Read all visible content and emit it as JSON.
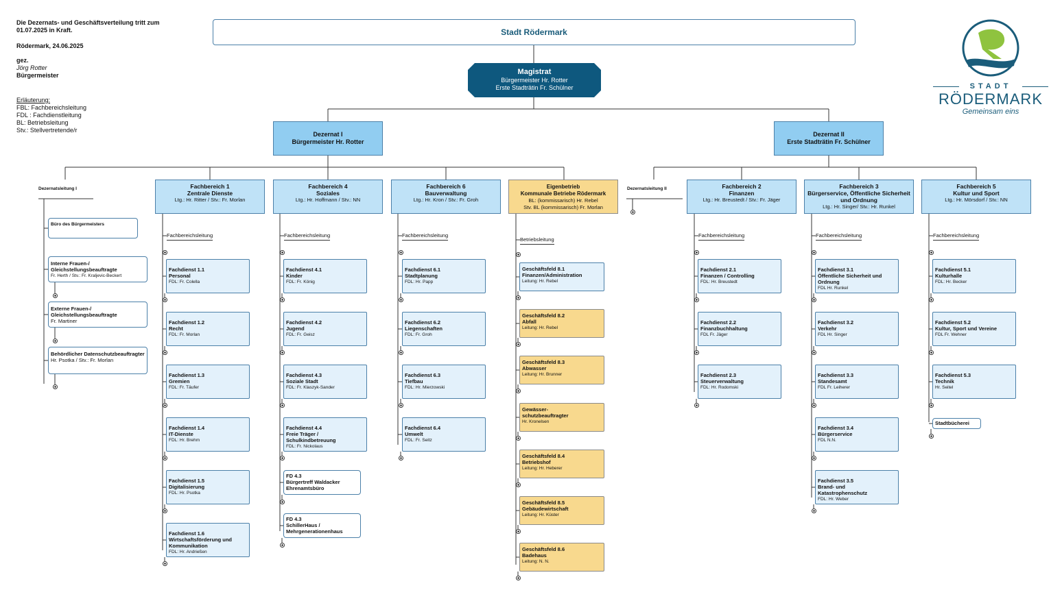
{
  "info": {
    "line1": "Die Dezernats- und Geschäftsverteilung tritt zum",
    "line2": "01.07.2025 in Kraft.",
    "place_date": "Rödermark, 24.06.2025",
    "gez": "gez.",
    "signer": "Jörg Rotter",
    "signer_title": "Bürgermeister",
    "legend_title": "Erläuterung:",
    "legend": [
      "FBL: Fachbereichsleitung",
      "FDL : Fachdienstleitung",
      "BL: Betriebsleitung",
      "Stv.: Stellvertretende/r"
    ]
  },
  "logo": {
    "stadt": "STADT",
    "name": "RÖDERMARK",
    "slogan": "Gemeinsam eins",
    "colors": {
      "blue": "#1a5c7a",
      "green": "#8fc33f"
    }
  },
  "top": {
    "city": "Stadt Rödermark"
  },
  "magistrat": {
    "title": "Magistrat",
    "line1": "Bürgermeister Hr. Rotter",
    "line2": "Erste Stadträtin Fr. Schülner"
  },
  "dezernate": [
    {
      "title": "Dezernat I",
      "sub": "Bürgermeister Hr. Rotter"
    },
    {
      "title": "Dezernat II",
      "sub": "Erste Stadträtin Fr. Schülner"
    }
  ],
  "dezleitung": {
    "d1": "Dezernatsleitung I",
    "d2": "Dezernatsleitung II"
  },
  "stabs": [
    {
      "t": "Büro des Bürgermeisters",
      "s": ""
    },
    {
      "t": "Interne Frauen-/ Gleichstellungsbeauftragte",
      "s": "Fr. Herth / Stv.: Fr. Kraljevic-Beckert"
    },
    {
      "t": "Externe Frauen-/ Gleichstellungsbeauftragte",
      "s": "Fr. Martiner"
    },
    {
      "t": "Behördlicher Datenschutzbeauftragter",
      "s": "Hr. Psotka / Stv.: Fr. Morlan"
    }
  ],
  "fachbereiche": [
    {
      "l1": "Fachbereich 1",
      "l2": "Zentrale Dienste",
      "l3": "Ltg.: Hr. Ritter / Stv.: Fr. Morlan",
      "sub": "Fachbereichsleitung",
      "items": [
        {
          "t": "Fachdienst  1.1",
          "n": "Personal",
          "s": "FDL: Fr. Colella"
        },
        {
          "t": "Fachdienst  1.2",
          "n": "Recht",
          "s": "FDL: Fr. Morlan"
        },
        {
          "t": "Fachdienst  1.3",
          "n": "Gremien",
          "s": "FDL: Fr. Täufer"
        },
        {
          "t": "Fachdienst  1.4",
          "n": "IT-Dienste",
          "s": "FDL: Hr. Brehm"
        },
        {
          "t": "Fachdienst  1.5",
          "n": "Digitalisierung",
          "s": "FDL: Hr. Psotka"
        },
        {
          "t": "Fachdienst 1.6",
          "n": "Wirtschaftsförderung und Kommunikation",
          "s": "FDL: Hr. Andrießen"
        }
      ]
    },
    {
      "l1": "Fachbereich 4",
      "l2": "Soziales",
      "l3": "Ltg.: Hr. Hoffmann / Stv.:  NN",
      "sub": "Fachbereichsleitung",
      "items": [
        {
          "t": "Fachdienst  4.1",
          "n": "Kinder",
          "s": "FDL: Fr. König"
        },
        {
          "t": "Fachdienst  4.2",
          "n": "Jugend",
          "s": "FDL: Fr. Geisz"
        },
        {
          "t": "Fachdienst  4.3",
          "n": "Soziale Stadt",
          "s": "FDL: Fr.  Klaszyk-Sander"
        },
        {
          "t": "Fachdienst  4.4",
          "n": "Freie Träger / Schulkindbetreuung",
          "s": "FDL: Fr. Nickolaus"
        }
      ],
      "extra": [
        {
          "t": "FD 4.3",
          "n": "Bürgertreff Waldacker Ehrenamtsbüro"
        },
        {
          "t": "FD 4.3",
          "n": "SchillerHaus / Mehrgenerationenhaus"
        }
      ]
    },
    {
      "l1": "Fachbereich 6",
      "l2": "Bauverwaltung",
      "l3": "Ltg.: Hr. Kron / Stv.: Fr. Groh",
      "sub": "Fachbereichsleitung",
      "items": [
        {
          "t": "Fachdienst  6.1",
          "n": "Stadtplanung",
          "s": "FDL: Hr. Papp"
        },
        {
          "t": "Fachdienst  6.2",
          "n": "Liegenschaften",
          "s": "FDL: Fr. Groh"
        },
        {
          "t": "Fachdienst 6.3",
          "n": "Tiefbau",
          "s": "FDL: Hr. Mierzowski"
        },
        {
          "t": "Fachdienst 6.4",
          "n": "Umwelt",
          "s": "FDL: Fr. Seitz"
        }
      ]
    },
    {
      "l1": "Eigenbetrieb",
      "l2": "Kommunale Betriebe Rödermark",
      "l3a": "BL: (kommissarisch)  Hr. Rebel",
      "l3b": "Stv. BL (kommissarisch) Fr. Morlan",
      "sub": "Betriebsleitung",
      "items": [
        {
          "t": "Geschäftsfeld 8.1",
          "n": "Finanzen/Administration",
          "s": "Leitung: Hr. Rebel"
        },
        {
          "t": "Geschäftsfeld 8.2",
          "n": "Abfall",
          "s": "Leitung: Hr. Rebel"
        },
        {
          "t": "Geschäftsfeld 8.3",
          "n": "Abwasser",
          "s": "Leitung: Hr. Brunner"
        },
        {
          "t": "Gewässer-",
          "n": "schutzbeauftragter",
          "s": "Hr. Kronelsen"
        },
        {
          "t": "Geschäftsfeld 8.4",
          "n": "Betriebshof",
          "s": "Leitung: Hr. Heberer"
        },
        {
          "t": "Geschäftsfeld 8.5",
          "n": "Gebäudewirtschaft",
          "s": "Leitung: Hr. Küster"
        },
        {
          "t": "Geschäftsfeld 8.6",
          "n": "Badehaus",
          "s": "Leitung: N. N."
        }
      ]
    },
    {
      "l1": "Fachbereich 2",
      "l2": "Finanzen",
      "l3": "Ltg.: Hr. Breustedt / Stv.: Fr.  Jäger",
      "sub": "Fachbereichsleitung",
      "items": [
        {
          "t": "Fachdienst  2.1",
          "n": "Finanzen / Controlling",
          "s": "FDL: Hr. Breustedt"
        },
        {
          "t": "Fachdienst  2.2",
          "n": "Finanzbuchhaltung",
          "s": "FDL Fr. Jäger"
        },
        {
          "t": "Fachdienst  2.3",
          "n": "Steuerverwaltung",
          "s": "FDL: Hr. Rodomski"
        }
      ]
    },
    {
      "l1": "Fachbereich 3",
      "l2": "Bürgerservice, Öffentliche Sicherheit und Ordnung",
      "l3": "Ltg.: Hr. Singer/ Stv.: Hr. Runkel",
      "sub": "Fachbereichsleitung",
      "items": [
        {
          "t": "Fachdienst  3.1",
          "n": "Öffentliche Sicherheit und Ordnung",
          "s": "FDL Hr. Runkel"
        },
        {
          "t": "Fachdienst  3.2",
          "n": "Verkehr",
          "s": "FDL Hr. Singer"
        },
        {
          "t": "Fachdienst  3.3",
          "n": "Standesamt",
          "s": "FDL Fr. Leiherer"
        },
        {
          "t": "Fachdienst  3.4",
          "n": "Bürgerservice",
          "s": "FDL N.N."
        },
        {
          "t": "Fachdienst 3.5",
          "n": "Brand- und Katastrophenschutz",
          "s": "FDL: Hr. Weber"
        }
      ]
    },
    {
      "l1": "Fachbereich 5",
      "l2": "Kultur und Sport",
      "l3": "Ltg.: Hr. Mörsdorf / Stv.: NN",
      "sub": "Fachbereichsleitung",
      "items": [
        {
          "t": "Fachdienst  5.1",
          "n": "Kulturhalle",
          "s": "FDL: Hr. Becker"
        },
        {
          "t": "Fachdienst  5.2",
          "n": "Kultur, Sport und Vereine",
          "s": "FDL Fr. Wehner"
        },
        {
          "t": "Fachdienst 5.3",
          "n": "Technik",
          "s": "Hr. Seitel"
        }
      ],
      "extra": [
        {
          "t": "Stadtbücherei",
          "n": ""
        }
      ]
    }
  ]
}
